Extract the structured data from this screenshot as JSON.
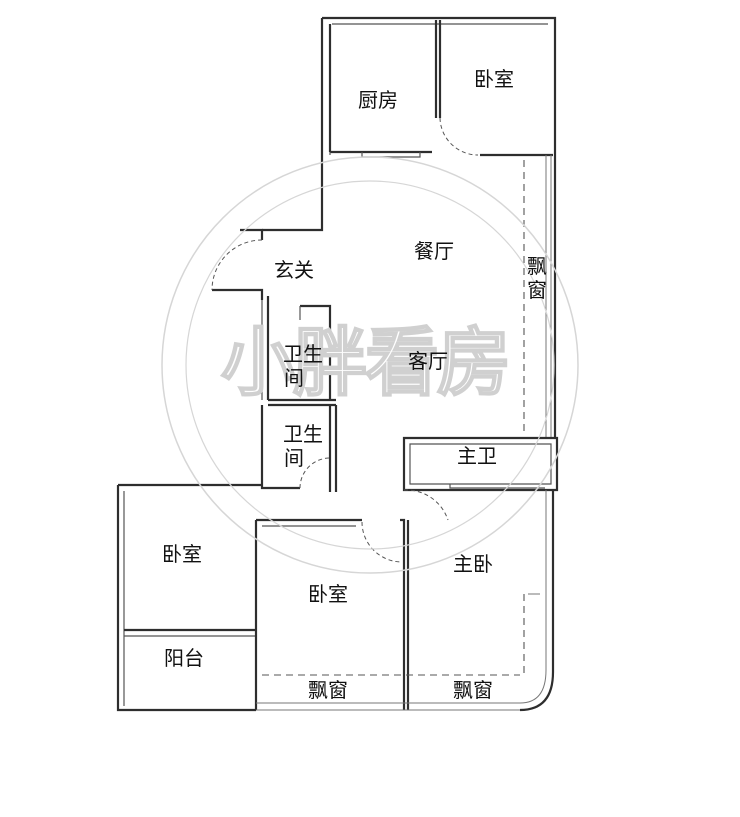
{
  "rooms": {
    "kitchen": "厨房",
    "bedroom_top": "卧室",
    "dining": "餐厅",
    "entrance": "玄关",
    "bay_window_right": "飘窗",
    "bathroom_upper": "卫生间",
    "living": "客厅",
    "bathroom_lower": "卫生间",
    "master_bath": "主卫",
    "bedroom_left": "卧室",
    "balcony": "阳台",
    "bedroom_middle": "卧室",
    "master_bedroom": "主卧",
    "bay_window_middle": "飘窗",
    "bay_window_master": "飘窗"
  },
  "watermark": {
    "text": "小胖看房"
  }
}
